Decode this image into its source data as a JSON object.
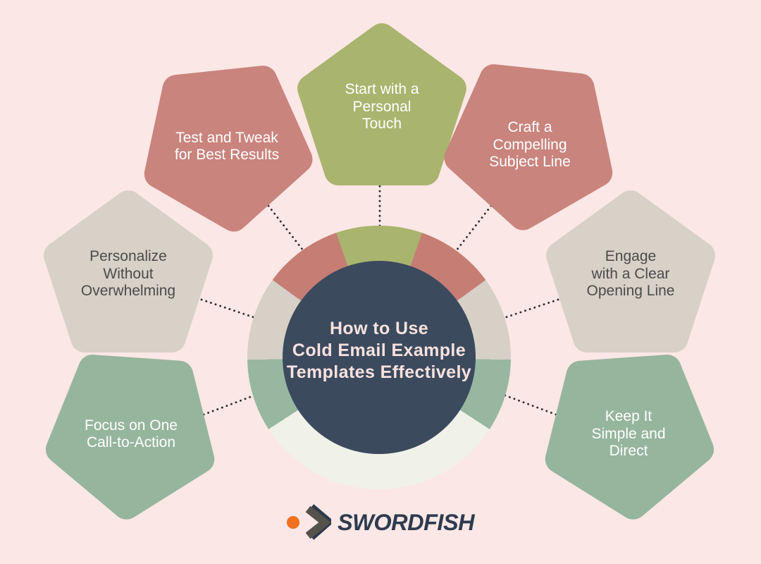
{
  "background_color": "#FBE7E5",
  "title": {
    "lines": [
      "How to Use",
      "Cold Email Example",
      "Templates Effectively"
    ],
    "circle_color": "#3C4A5E",
    "text_color": "#F8E2DF"
  },
  "ring": {
    "segments": [
      {
        "name": "top",
        "color": "#A9B46E",
        "from_deg": -19,
        "to_deg": 19
      },
      {
        "name": "upper-right",
        "color": "#C57D74",
        "from_deg": 19,
        "to_deg": 54
      },
      {
        "name": "right",
        "color": "#D6D0C7",
        "from_deg": 54,
        "to_deg": 91
      },
      {
        "name": "lower-right",
        "color": "#98B7A0",
        "from_deg": 91,
        "to_deg": 123
      },
      {
        "name": "bottom",
        "color": "#F0F2E9",
        "from_deg": 123,
        "to_deg": 237
      },
      {
        "name": "lower-left",
        "color": "#98B7A0",
        "from_deg": 237,
        "to_deg": 269
      },
      {
        "name": "left",
        "color": "#D6D0C7",
        "from_deg": 269,
        "to_deg": 306
      },
      {
        "name": "upper-left",
        "color": "#C57D74",
        "from_deg": 306,
        "to_deg": 341
      }
    ]
  },
  "nodes": [
    {
      "id": "start-with-a-personal-touch",
      "position": "top",
      "lines": [
        "Start with a",
        "Personal",
        "Touch"
      ],
      "fill": "#A9B46E",
      "text_color": "#FFFFFF"
    },
    {
      "id": "craft-a-compelling-subject-line",
      "position": "upper-right",
      "lines": [
        "Craft a",
        "Compelling",
        "Subject Line"
      ],
      "fill": "#C9847D",
      "text_color": "#FFFFFF"
    },
    {
      "id": "engage-with-a-clear-opening-line",
      "position": "right",
      "lines": [
        "Engage",
        "with a Clear",
        "Opening Line"
      ],
      "fill": "#D7D1C8",
      "text_color": "#4B4B4B"
    },
    {
      "id": "keep-it-simple-and-direct",
      "position": "lower-right",
      "lines": [
        "Keep It",
        "Simple and",
        "Direct"
      ],
      "fill": "#96B59D",
      "text_color": "#FFFFFF"
    },
    {
      "id": "focus-on-one-call-to-action",
      "position": "lower-left",
      "lines": [
        "Focus on One",
        "Call-to-Action"
      ],
      "fill": "#96B59D",
      "text_color": "#FFFFFF"
    },
    {
      "id": "personalize-without-overwhelming",
      "position": "left",
      "lines": [
        "Personalize",
        "Without",
        "Overwhelming"
      ],
      "fill": "#D7D1C8",
      "text_color": "#4B4B4B"
    },
    {
      "id": "test-and-tweak-for-best-results",
      "position": "upper-left",
      "lines": [
        "Test and Tweak",
        "for Best Results"
      ],
      "fill": "#C9847D",
      "text_color": "#FFFFFF"
    }
  ],
  "connector_style": {
    "color": "#2D2D2D",
    "pattern": "dotted"
  },
  "logo": {
    "brand": "SWORDFISH",
    "dot_color": "#F3701E",
    "chevron_color": "#55524C",
    "chevron_accent_color": "#2D3B4F",
    "text_color": "#2D3B4F"
  }
}
